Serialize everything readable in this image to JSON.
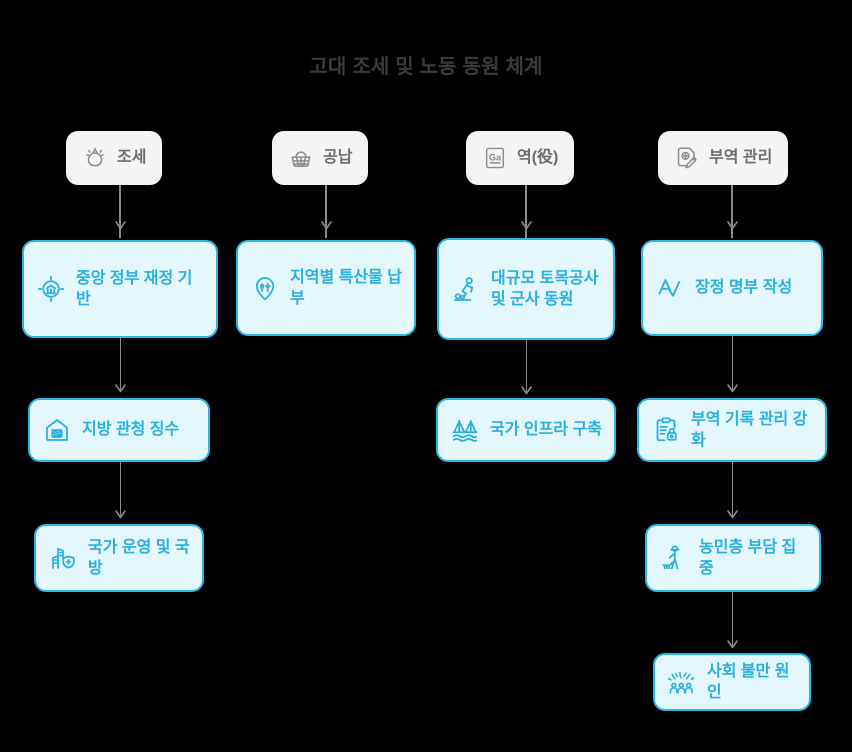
{
  "title": "고대 조세 및 노동 동원 체계",
  "colors": {
    "background": "#000000",
    "title_text": "#3b3b3b",
    "chip_bg": "#f4f4f4",
    "chip_text": "#6d6d6d",
    "node_fill": "#e3f7fd",
    "node_border": "#2ab6e6",
    "node_text": "#29b0e0",
    "connector": "#8a8a8a"
  },
  "columns": [
    {
      "header": {
        "label": "조세",
        "icon": "money-bag-icon"
      },
      "nodes": [
        {
          "label": "중앙 정부 재정 기반",
          "icon": "government-bank-target-icon"
        },
        {
          "label": "지방 관청 징수",
          "icon": "local-office-building-icon"
        },
        {
          "label": "국가 운영 및 국방",
          "icon": "building-shield-icon"
        }
      ]
    },
    {
      "header": {
        "label": "공납",
        "icon": "basket-icon"
      },
      "nodes": [
        {
          "label": "지역별 특산물 납부",
          "icon": "location-pin-produce-icon"
        }
      ]
    },
    {
      "header": {
        "label": "역(役)",
        "icon": "ga-label-box-icon"
      },
      "nodes": [
        {
          "label": "대규모 토목공사 및 군사 동원",
          "icon": "laborer-icon"
        },
        {
          "label": "국가 인프라 구축",
          "icon": "bridge-icon"
        }
      ]
    },
    {
      "header": {
        "label": "부역 관리",
        "icon": "document-pen-icon"
      },
      "nodes": [
        {
          "label": "장정 명부 작성",
          "icon": "a-checkmark-icon"
        },
        {
          "label": "부역 기록 관리 강화",
          "icon": "clipboard-lock-icon"
        },
        {
          "label": "농민층 부담 집중",
          "icon": "farmer-icon"
        },
        {
          "label": "사회 불만 원인",
          "icon": "crowd-protest-icon"
        }
      ]
    }
  ]
}
